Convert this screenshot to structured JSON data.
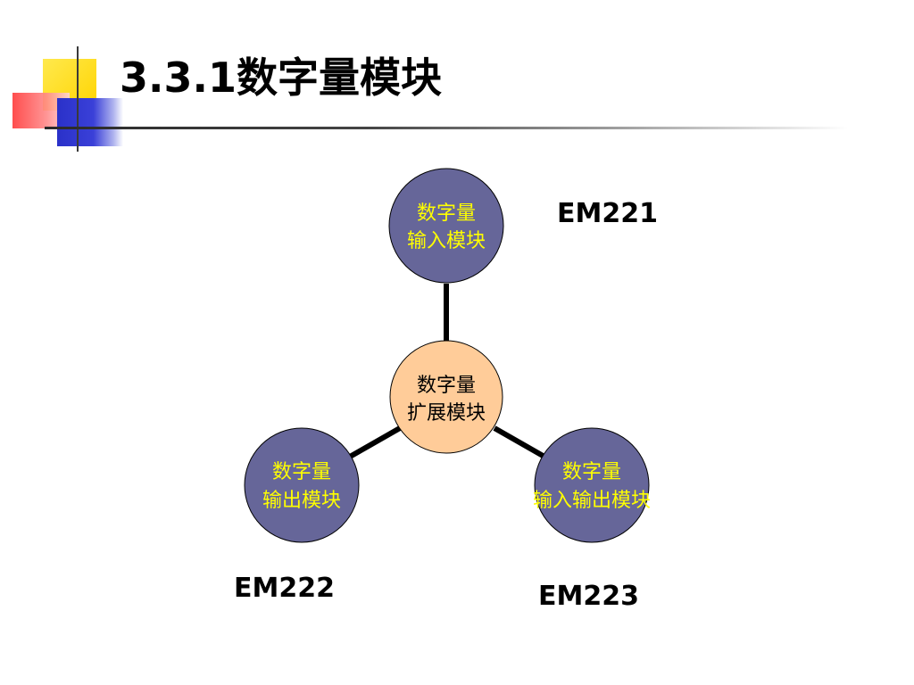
{
  "title": "3.3.1数字量模块",
  "diagram": {
    "center": {
      "line1": "数字量",
      "line2": "扩展模块"
    },
    "nodes": [
      {
        "id": "input",
        "line1": "数字量",
        "line2": "输入模块",
        "model": "EM221"
      },
      {
        "id": "output",
        "line1": "数字量",
        "line2": "输出模块",
        "model": "EM222"
      },
      {
        "id": "io",
        "line1": "数字量",
        "line2": "输入输出模块",
        "model": "EM223"
      }
    ]
  },
  "colors": {
    "outer_fill": "#666699",
    "outer_text": "#ffff00",
    "center_fill": "#ffcc99",
    "center_text": "#000000",
    "connector": "#000000"
  }
}
